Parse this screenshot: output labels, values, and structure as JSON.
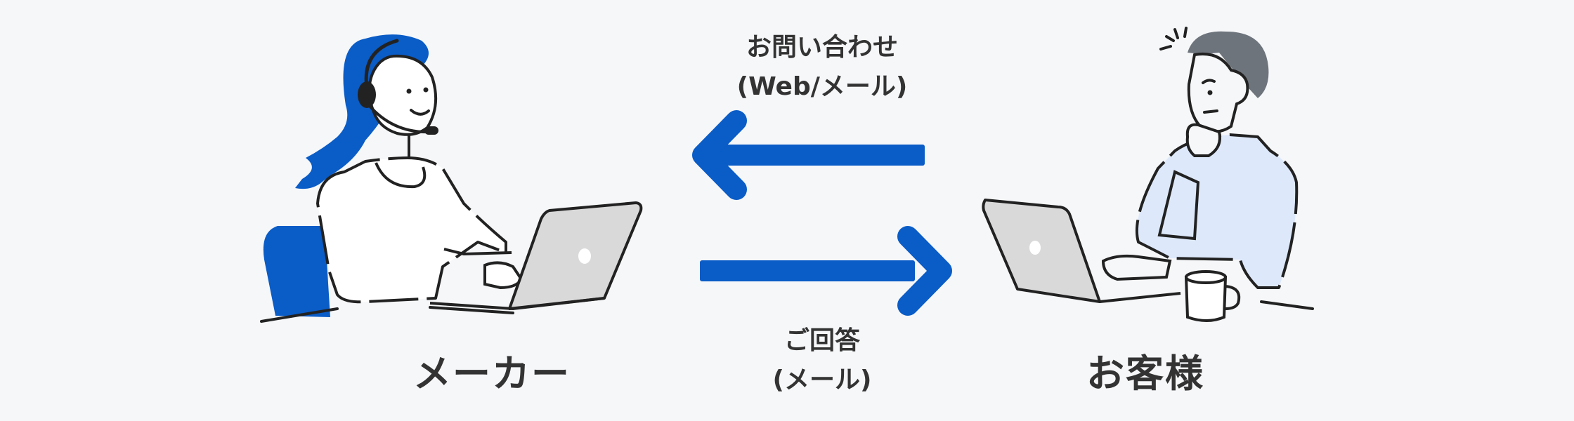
{
  "inquiry": {
    "line1": "お問い合わせ",
    "line2": "(Web/メール)"
  },
  "answer": {
    "line1": "ご回答",
    "line2": "(メール)"
  },
  "maker_label": "メーカー",
  "customer_label": "お客様",
  "colors": {
    "accent": "#0a5cc7",
    "ink": "#222222",
    "sweater": "#dde9fb",
    "laptop": "#d9d9d9",
    "hair_grey": "#6e747c"
  }
}
